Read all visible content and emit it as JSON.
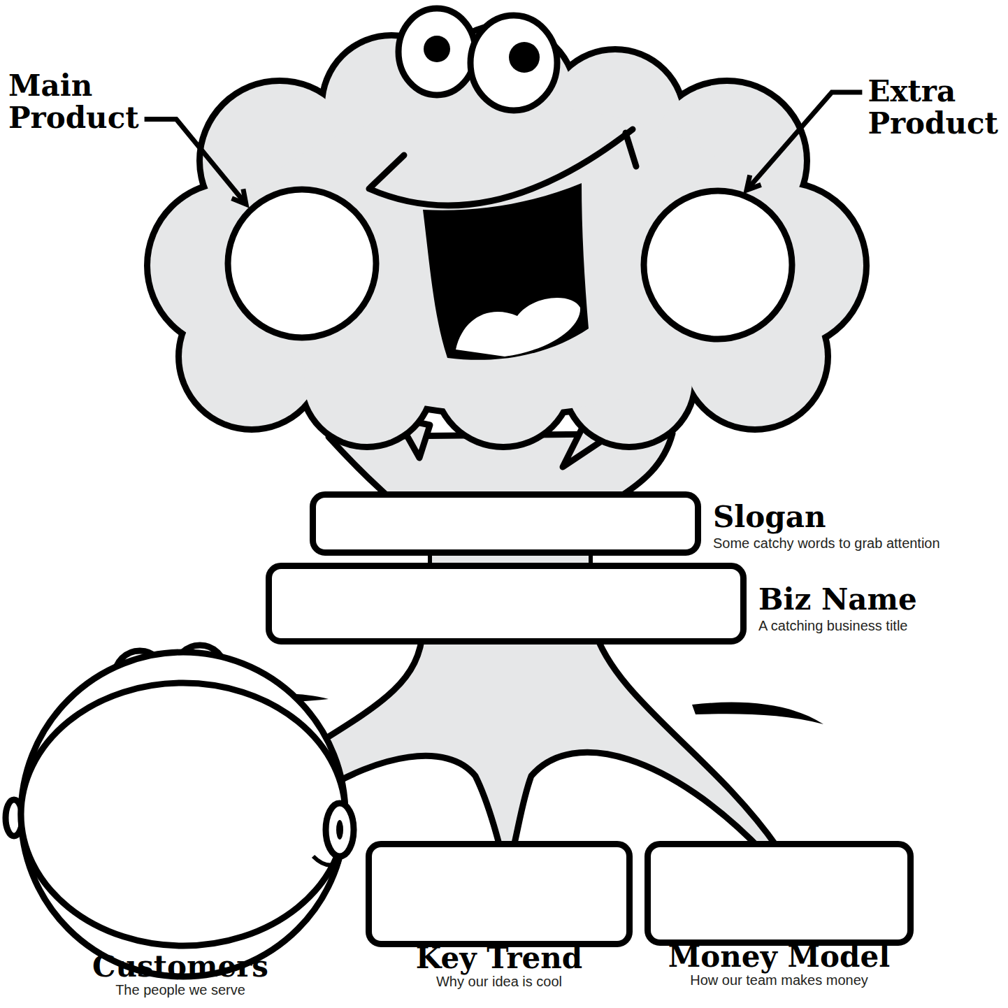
{
  "diagram": {
    "nodes": [
      {
        "text": [
          "Slogan",
          "Some catchy words to grab attention"
        ]
      },
      {
        "text": [
          "Biz Name",
          "A catching business title"
        ]
      },
      {
        "text": [
          "Customers",
          "The people we serve"
        ]
      },
      {
        "text": [
          "Key Trend",
          "Why our idea is cool"
        ]
      },
      {
        "text": [
          "Money Model",
          "How our team makes money"
        ]
      }
    ],
    "labels": [
      "Main Product",
      "Extra Product"
    ]
  }
}
